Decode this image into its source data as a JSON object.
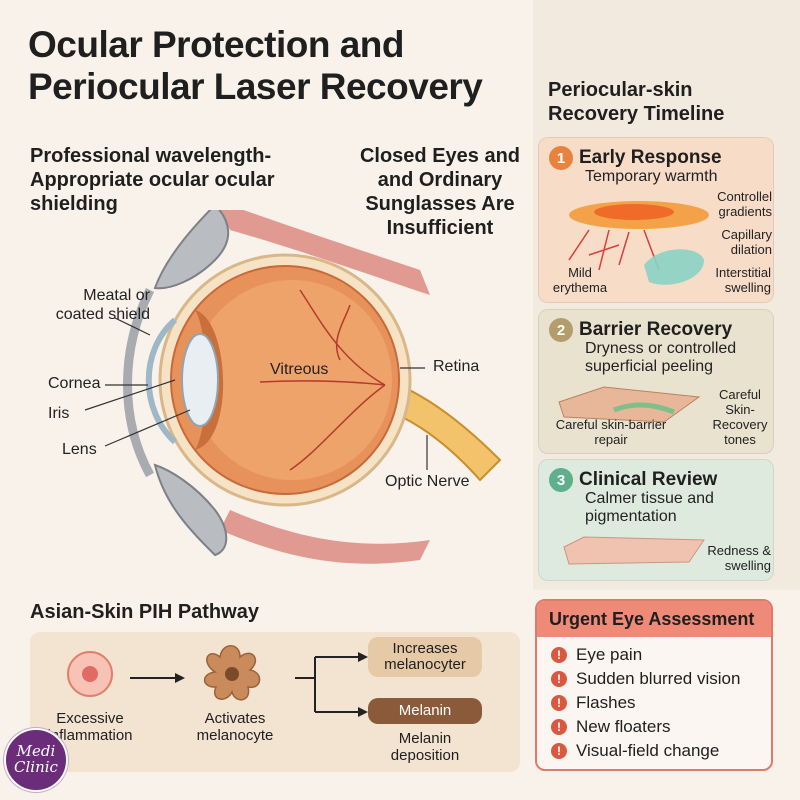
{
  "title": "Ocular Protection and Periocular Laser Recovery",
  "left_subtitle": "Professional wavelength-Appropriate ocular ocular shielding",
  "right_subtitle": "Closed Eyes and and Ordinary Sunglasses Are Insufficient",
  "eye_labels": {
    "shield": "Meatal or coated shield",
    "cornea": "Cornea",
    "iris": "Iris",
    "lens": "Lens",
    "vitreous": "Vitreous",
    "retina": "Retina",
    "optic_nerve": "Optic Nerve"
  },
  "timeline": {
    "title": "Periocular-skin Recovery Timeline",
    "steps": [
      {
        "num": "1",
        "title": "Early Response",
        "desc": "Temporary warmth",
        "color": "#e8823f",
        "labels": {
          "a": "Controllel gradients",
          "b": "Capillary dilation",
          "c": "Mild erythema",
          "d": "Interstitial swelling"
        }
      },
      {
        "num": "2",
        "title": "Barrier Recovery",
        "desc": "Dryness or controlled superficial peeling",
        "color": "#b49d6c",
        "labels": {
          "a": "Careful Skin-Recovery tones",
          "b": "Careful skin-barrier repair"
        }
      },
      {
        "num": "3",
        "title": "Clinical Review",
        "desc": "Calmer tissue and pigmentation",
        "color": "#5fae8c",
        "labels": {
          "a": "Redness & swelling"
        }
      }
    ]
  },
  "pih": {
    "title": "Asian-Skin PIH Pathway",
    "step1": "Excessive inflammation",
    "step2": "Activates melanocyte",
    "out1": "Increases melanocyter",
    "out2": "Melanin",
    "out2_sub": "Melanin deposition"
  },
  "urgent": {
    "title": "Urgent Eye Assessment",
    "items": [
      "Eye pain",
      "Sudden blurred vision",
      "Flashes",
      "New floaters",
      "Visual-field change"
    ]
  },
  "logo": {
    "line1": "Medi",
    "line2": "Clinic"
  },
  "colors": {
    "card1": "#f7dcc8",
    "card2": "#e9e2cf",
    "card3": "#dfeadf",
    "urgent": "#e07a6a"
  }
}
